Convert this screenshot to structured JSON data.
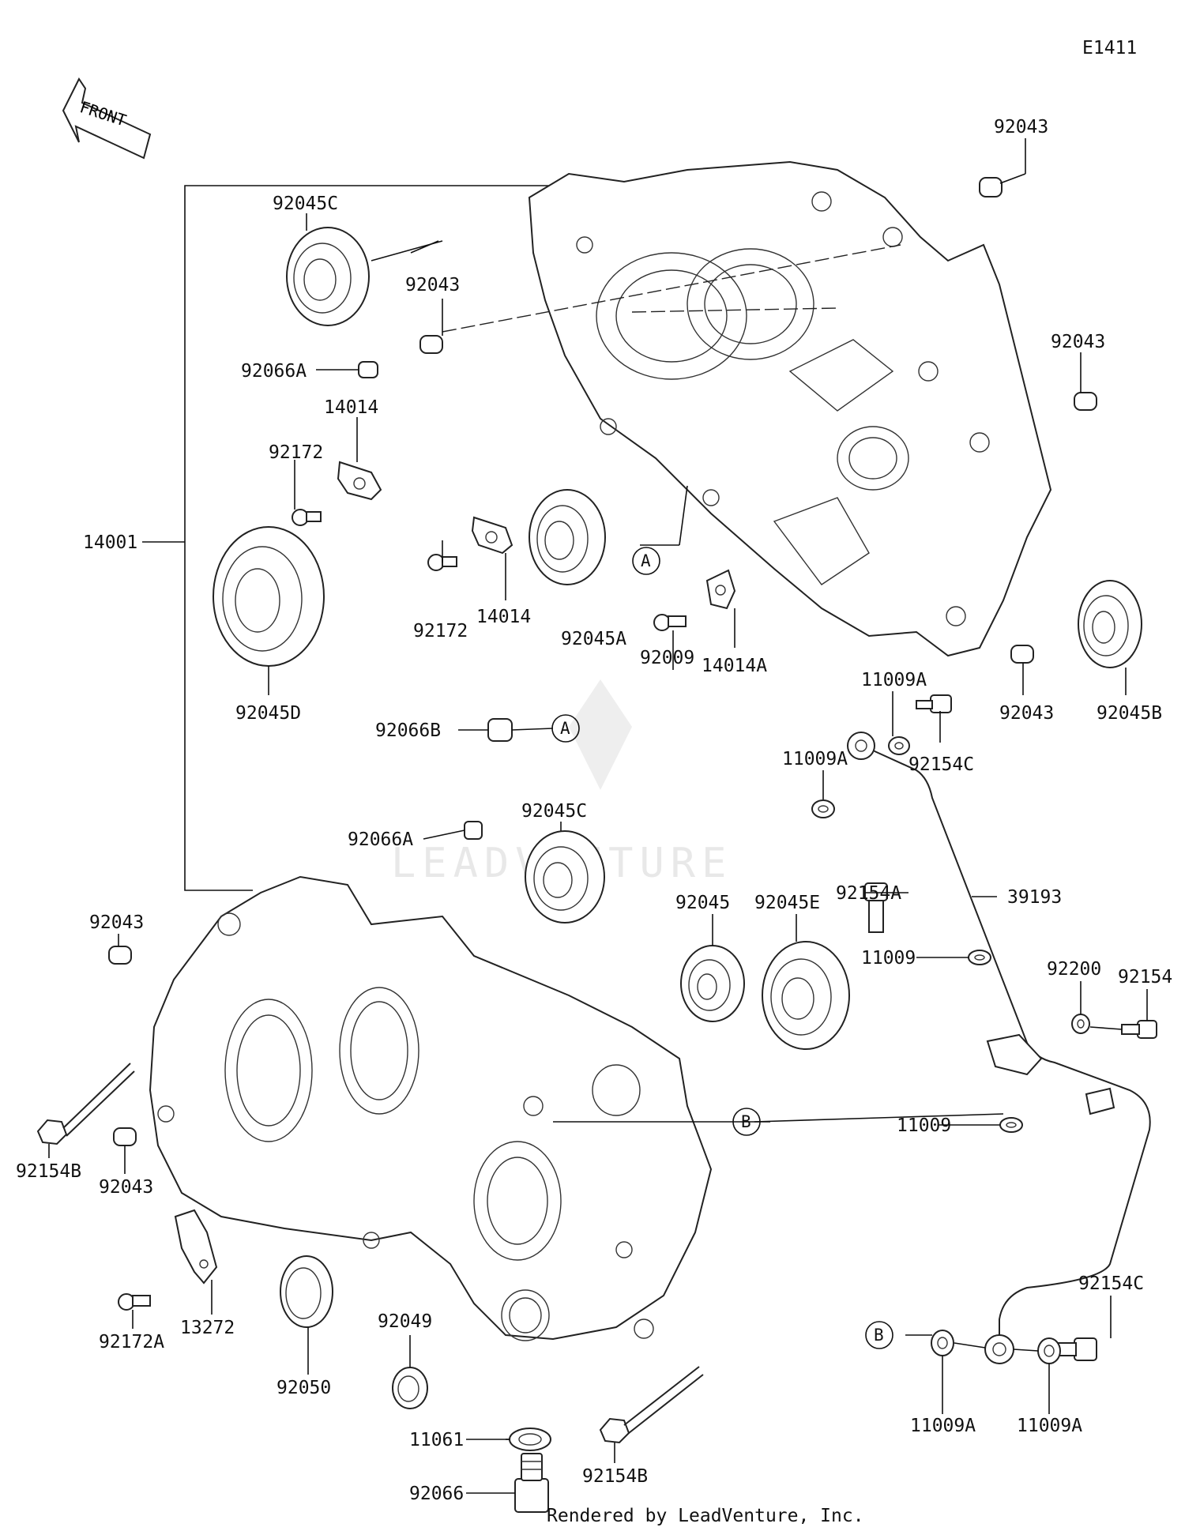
{
  "diagram_code": "E1411",
  "front_label": "FRONT",
  "footer": "Rendered by LeadVenture, Inc.",
  "watermark": "LEADVENTURE",
  "callouts": [
    "92043",
    "92045C",
    "92043",
    "92066A",
    "14014",
    "92172",
    "14001",
    "92043",
    "92172",
    "14014",
    "92045A",
    "A",
    "92009",
    "14014A",
    "92043",
    "92045B",
    "92045D",
    "92066B",
    "A",
    "11009A",
    "11009A",
    "92154C",
    "92045C",
    "92066A",
    "92154A",
    "39193",
    "92045",
    "92045E",
    "92043",
    "11009",
    "92200",
    "92154",
    "B",
    "92154B",
    "92043",
    "11009",
    "13272",
    "92172A",
    "92050",
    "92049",
    "11061",
    "92066",
    "92154B",
    "92154C",
    "B",
    "11009A",
    "11009A"
  ]
}
